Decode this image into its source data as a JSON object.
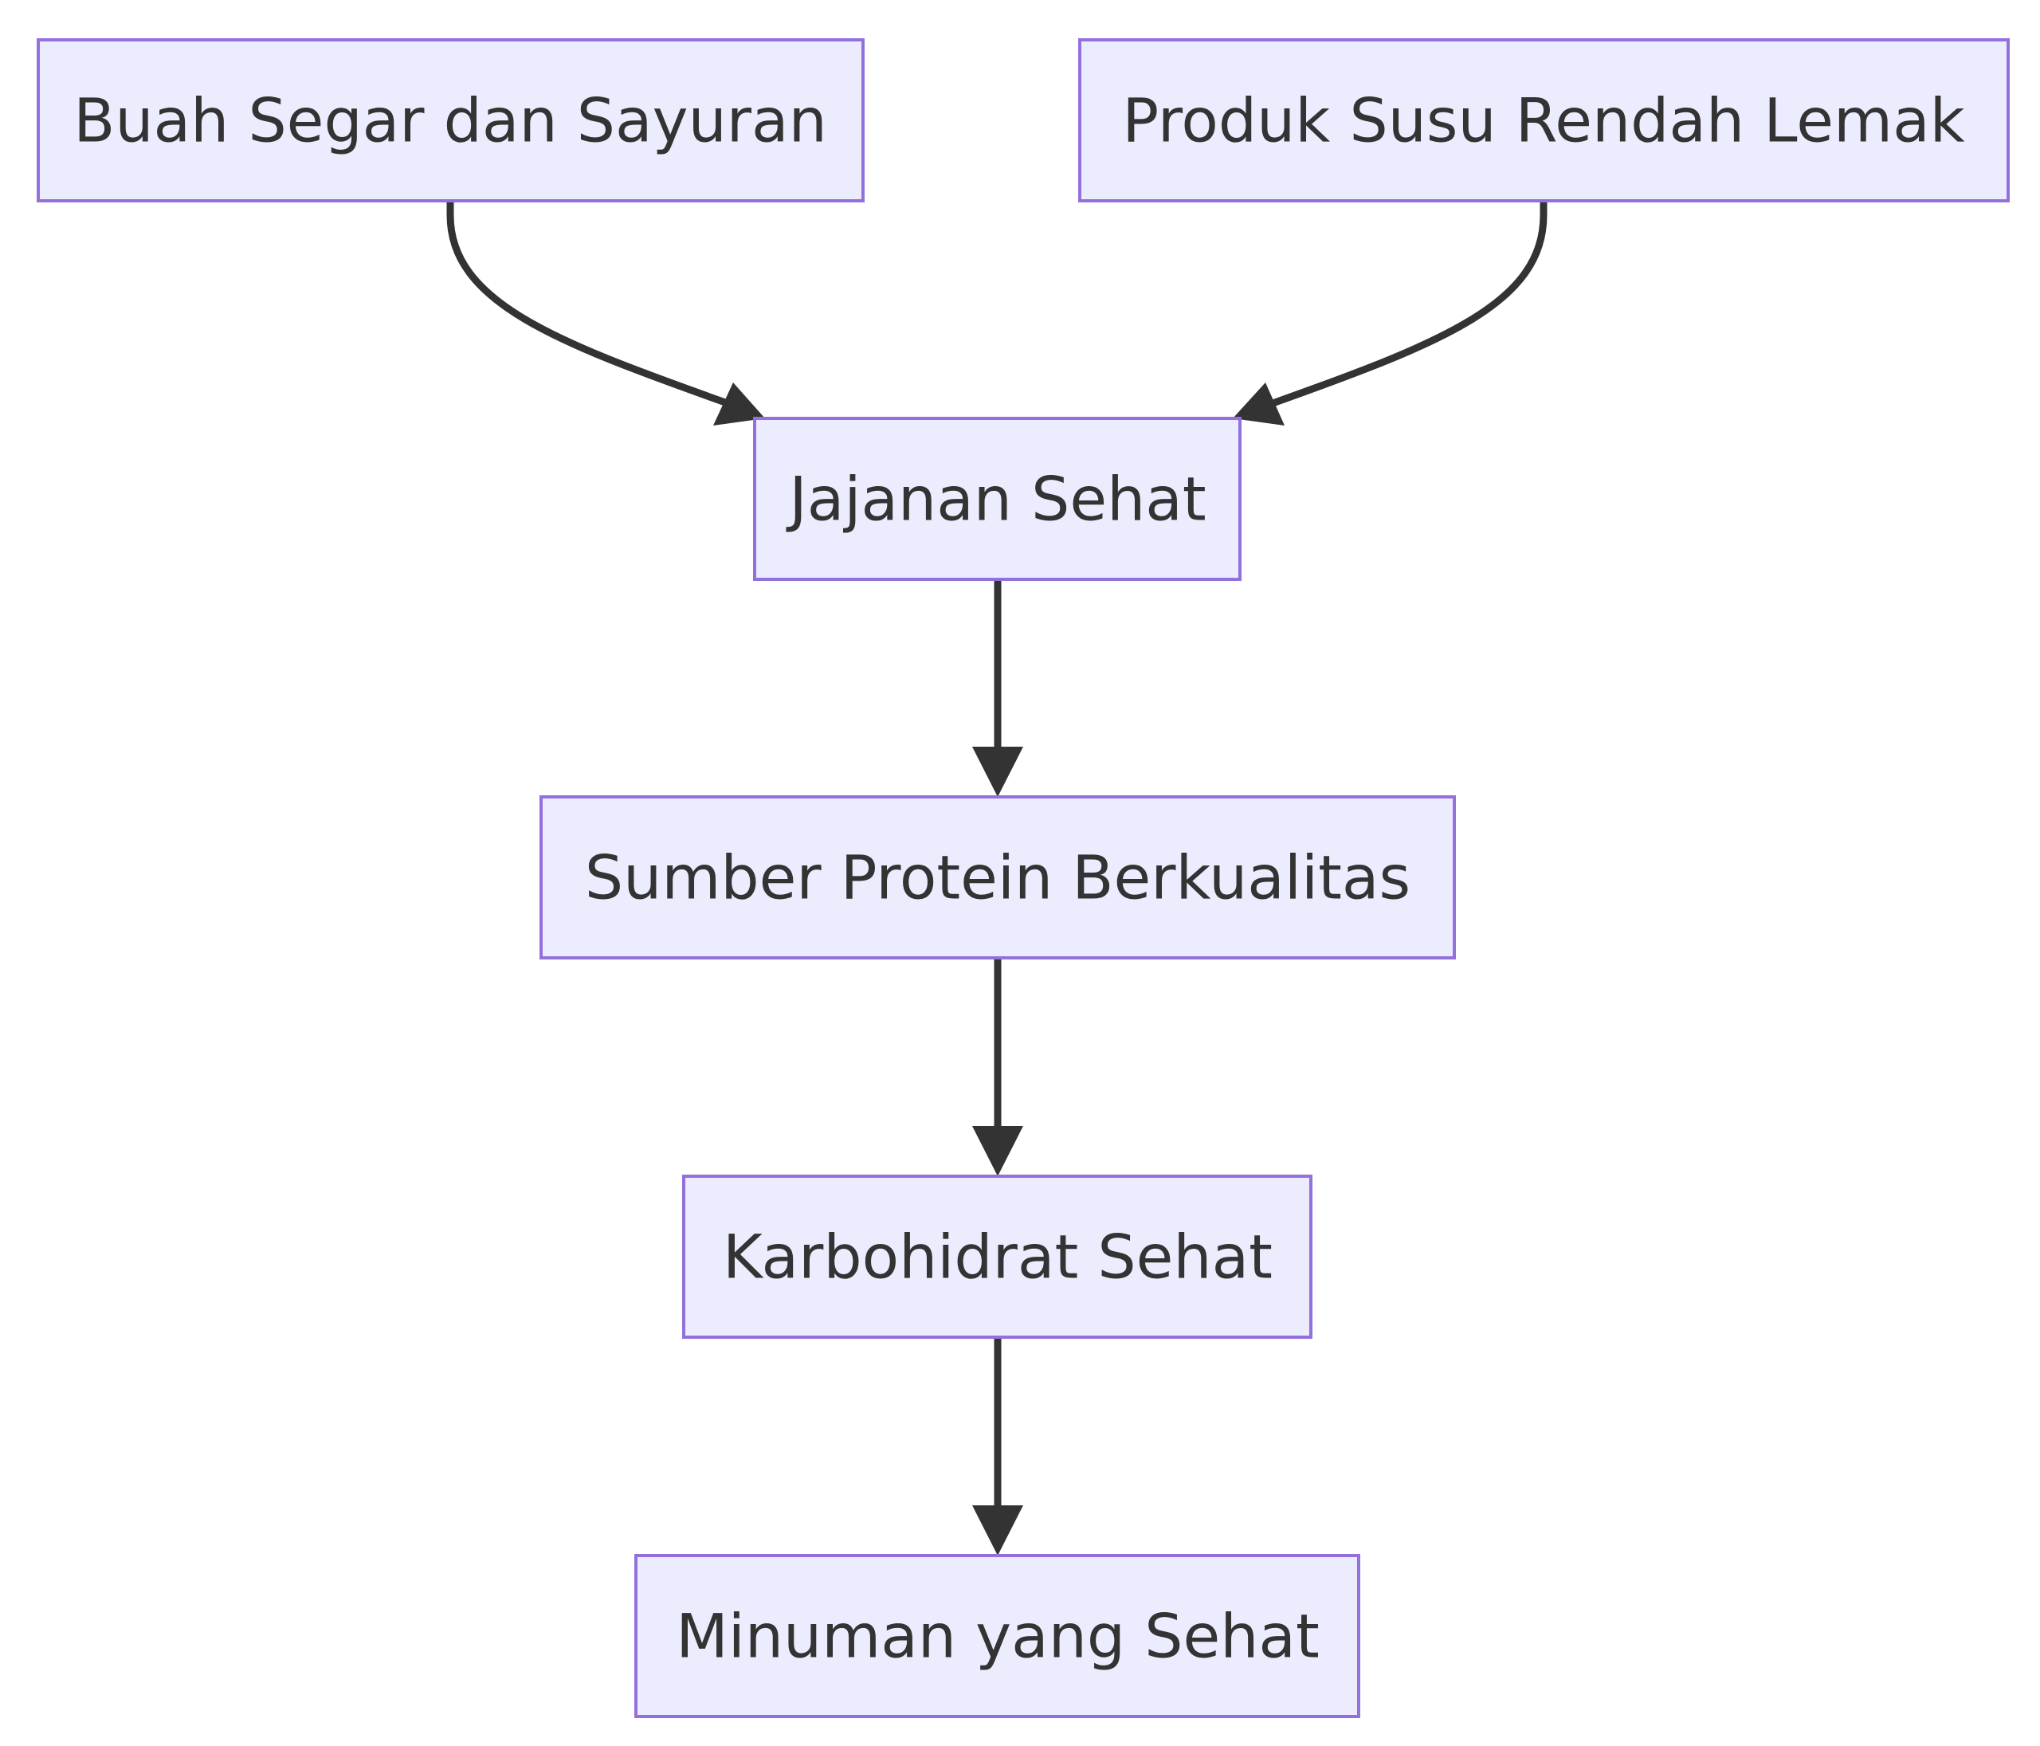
{
  "diagram": {
    "type": "flowchart",
    "colors": {
      "node_fill": "#ECECFF",
      "node_border": "#9370DB",
      "text": "#333333",
      "edge": "#333333",
      "background": "#FFFFFF"
    },
    "nodes": {
      "buah": {
        "label": "Buah Segar dan Sayuran"
      },
      "susu": {
        "label": "Produk Susu Rendah Lemak"
      },
      "jajanan": {
        "label": "Jajanan Sehat"
      },
      "protein": {
        "label": "Sumber Protein Berkualitas"
      },
      "karbo": {
        "label": "Karbohidrat Sehat"
      },
      "minuman": {
        "label": "Minuman yang Sehat"
      }
    },
    "edges": [
      {
        "from": "buah",
        "to": "jajanan"
      },
      {
        "from": "susu",
        "to": "jajanan"
      },
      {
        "from": "jajanan",
        "to": "protein"
      },
      {
        "from": "protein",
        "to": "karbo"
      },
      {
        "from": "karbo",
        "to": "minuman"
      }
    ]
  }
}
